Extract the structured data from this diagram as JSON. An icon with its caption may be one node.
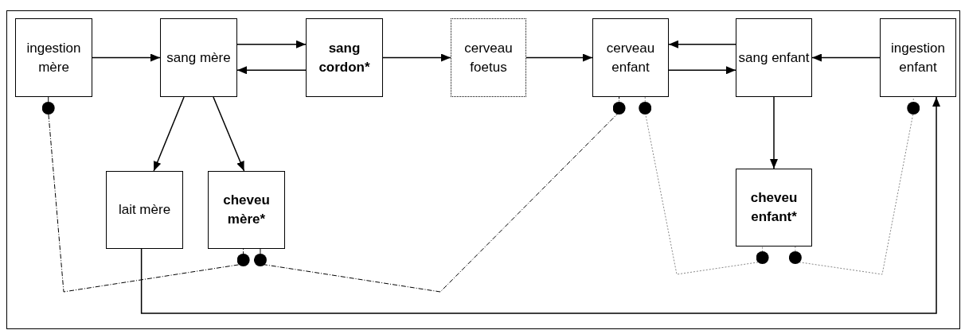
{
  "diagram": {
    "nodes": [
      {
        "text": [
          "ingestion mère"
        ]
      },
      {
        "text": [
          "sang mère"
        ]
      },
      {
        "text": [
          "sang cordon*"
        ]
      },
      {
        "text": [
          "cerveau foetus"
        ]
      },
      {
        "text": [
          "cerveau enfant"
        ]
      },
      {
        "text": [
          "sang enfant"
        ]
      },
      {
        "text": [
          "ingestion enfant"
        ]
      },
      {
        "text": [
          "lait mère"
        ]
      },
      {
        "text": [
          "cheveu mère*"
        ]
      },
      {
        "text": [
          "cheveu enfant*"
        ]
      }
    ],
    "edges": [
      {
        "from": 0,
        "to": 1,
        "arrow": "to"
      },
      {
        "from": 1,
        "to": 2,
        "arrow": "to"
      },
      {
        "from": 2,
        "to": 1,
        "arrow": "to"
      },
      {
        "from": 2,
        "to": 3,
        "arrow": "to"
      },
      {
        "from": 3,
        "to": 4,
        "arrow": "to"
      },
      {
        "from": 5,
        "to": 4,
        "arrow": "to"
      },
      {
        "from": 4,
        "to": 5,
        "arrow": "to"
      },
      {
        "from": 6,
        "to": 5,
        "arrow": "to"
      },
      {
        "from": 1,
        "to": 7,
        "arrow": "to"
      },
      {
        "from": 1,
        "to": 8,
        "arrow": "to"
      },
      {
        "from": 5,
        "to": 9,
        "arrow": "to"
      },
      {
        "from": 7,
        "to": 6,
        "arrow": "to"
      },
      {
        "from": 0,
        "to": 8,
        "arrow": "other",
        "style": "dashed"
      },
      {
        "from": 8,
        "to": 4,
        "arrow": "other",
        "style": "dashed"
      },
      {
        "from": 4,
        "to": 9,
        "arrow": "other",
        "style": "dashed",
        "color": "#888888"
      },
      {
        "from": 9,
        "to": 6,
        "arrow": "other",
        "style": "dashed",
        "color": "#888888"
      }
    ]
  }
}
